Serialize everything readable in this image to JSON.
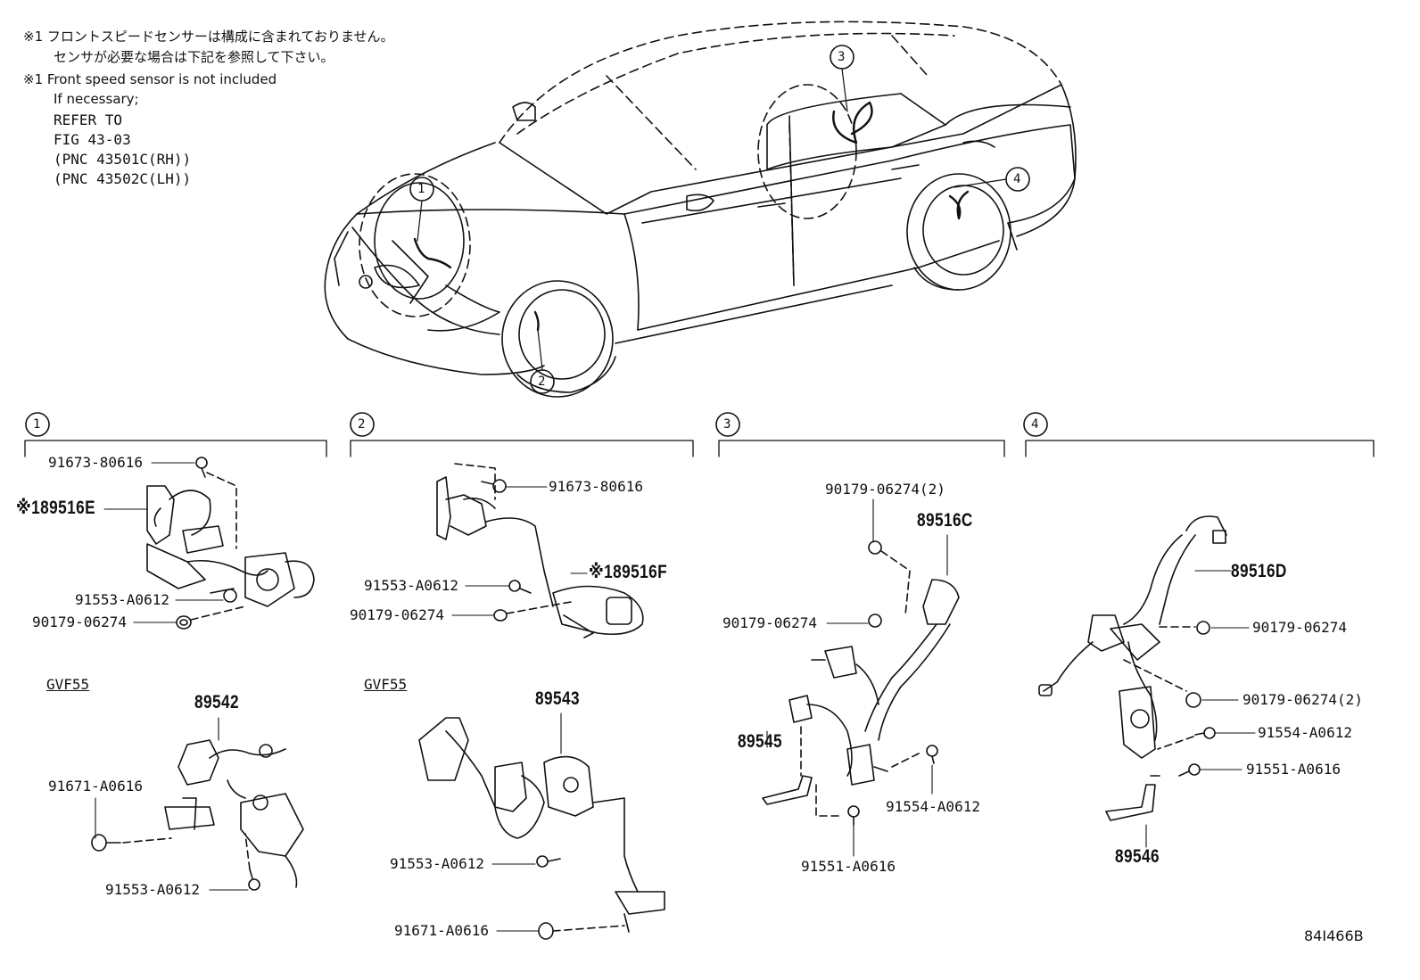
{
  "notes": {
    "jp_line1": "※1 フロントスピードセンサーは構成に含まれておりません。",
    "jp_line2": "センサが必要な場合は下記を参照して下さい。",
    "en_line1": "※1 Front speed sensor is not included",
    "en_line2": "If necessary;",
    "ref1": "REFER TO",
    "ref2": "FIG 43-03",
    "ref3": "(PNC 43501C(RH))",
    "ref4": "(PNC 43502C(LH))"
  },
  "callouts": {
    "c1": "1",
    "c2": "2",
    "c3": "3",
    "c4": "4"
  },
  "sec1": {
    "p_bolt": "91673-80616",
    "p_sensor": "※189516E",
    "p_bolt2": "91553-A0612",
    "p_clip": "90179-06274",
    "variant": "GVF55",
    "p_sensor_gvf": "89542",
    "p_bolt3": "91671-A0616",
    "p_bolt4": "91553-A0612"
  },
  "sec2": {
    "p_bolt": "91673-80616",
    "p_sensor": "※189516F",
    "p_bolt2": "91553-A0612",
    "p_clip": "90179-06274",
    "variant": "GVF55",
    "p_sensor_gvf": "89543",
    "p_bolt3": "91553-A0612",
    "p_bolt4": "91671-A0616"
  },
  "sec3": {
    "p_clip2": "90179-06274(2)",
    "p_harness": "89516C",
    "p_clip": "90179-06274",
    "p_sensor": "89545",
    "p_bolt": "91554-A0612",
    "p_bolt2": "91551-A0616"
  },
  "sec4": {
    "p_harness": "89516D",
    "p_clip": "90179-06274",
    "p_clip2": "90179-06274(2)",
    "p_bolt": "91554-A0612",
    "p_bolt2": "91551-A0616",
    "p_sensor": "89546"
  },
  "figure_code": "84I466B"
}
